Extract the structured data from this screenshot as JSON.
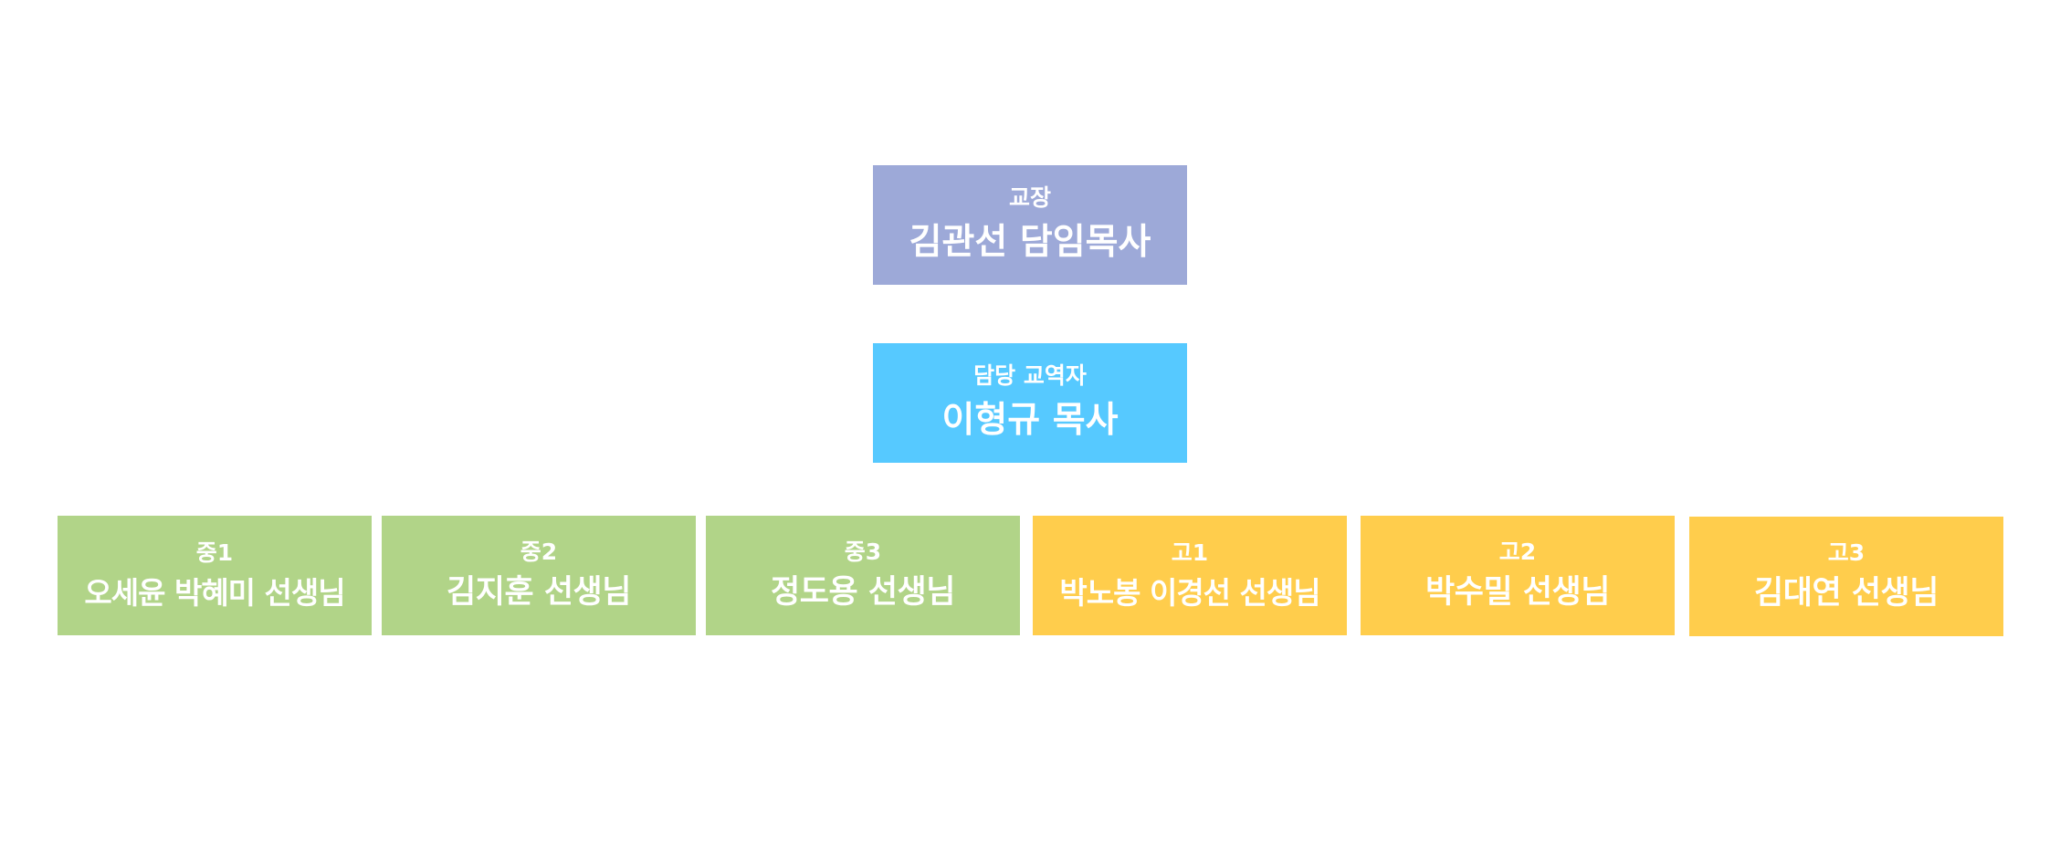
{
  "colors": {
    "principal_box": "#9da9d8",
    "minister_box": "#56c9ff",
    "middle_school_box": "#b1d488",
    "high_school_box": "#ffcd4c",
    "text": "#ffffff"
  },
  "principal": {
    "role": "교장",
    "name": "김관선 담임목사"
  },
  "minister": {
    "role": "담당 교역자",
    "name": "이형규 목사"
  },
  "grades": [
    {
      "role": "중1",
      "name": "오세윤 박혜미 선생님"
    },
    {
      "role": "중2",
      "name": "김지훈 선생님"
    },
    {
      "role": "중3",
      "name": "정도용 선생님"
    },
    {
      "role": "고1",
      "name": "박노봉 이경선 선생님"
    },
    {
      "role": "고2",
      "name": "박수밀 선생님"
    },
    {
      "role": "고3",
      "name": "김대연 선생님"
    }
  ]
}
